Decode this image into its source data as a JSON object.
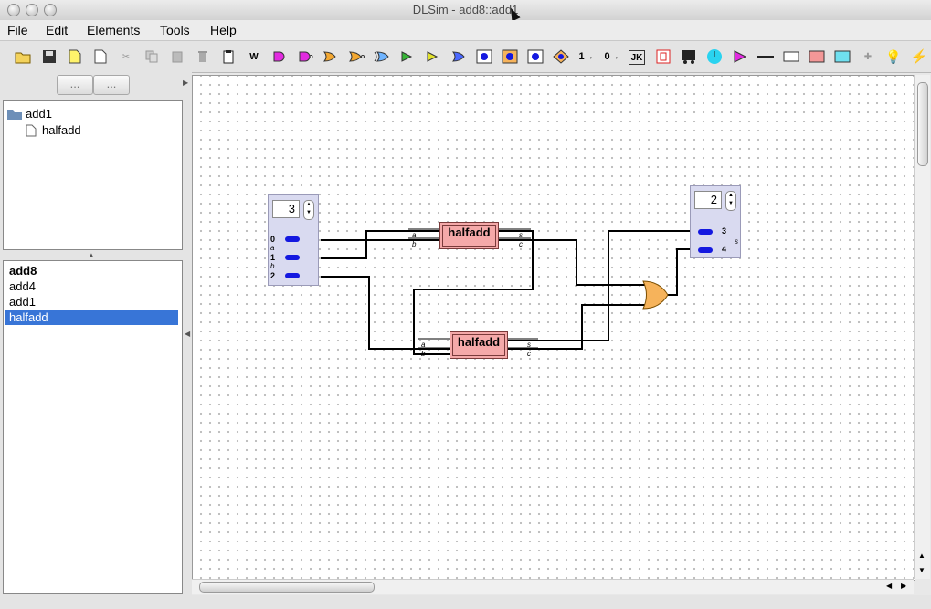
{
  "window": {
    "title": "DLSim - add8::add1"
  },
  "menu": [
    "File",
    "Edit",
    "Elements",
    "Tools",
    "Help"
  ],
  "toolbar": {
    "items": [
      "open-icon",
      "save-icon",
      "new-icon",
      "new-page-icon",
      "cut-icon",
      "copy-icon",
      "paste-icon",
      "delete-icon",
      "paste-icon-2",
      "wire-mode-icon",
      "and-gate-icon",
      "nand-gate-icon",
      "or-gate-icon",
      "nor-gate-icon",
      "xor-gate-icon",
      "buffer-icon",
      "buffer-2-icon",
      "xnor-icon",
      "led-blue-icon",
      "led-orange-icon",
      "led-blue-2-icon",
      "led-orange-2-icon",
      "const-one-icon",
      "const-zero-icon",
      "jk-flipflop-icon",
      "register-icon",
      "bus-icon",
      "clock-icon",
      "probe-icon",
      "wire-icon",
      "display-icon",
      "splitter-icon",
      "merger-icon",
      "plugin-icon",
      "bulb-icon",
      "lightning-icon"
    ]
  },
  "left": {
    "buttons": [
      "...",
      "..."
    ],
    "tree": {
      "folder": "add1",
      "child": "halfadd"
    },
    "list": [
      {
        "label": "add8",
        "bold": true,
        "selected": false
      },
      {
        "label": "add4",
        "bold": false,
        "selected": false
      },
      {
        "label": "add1",
        "bold": false,
        "selected": false
      },
      {
        "label": "halfadd",
        "bold": false,
        "selected": true
      }
    ]
  },
  "canvas": {
    "input_bank": {
      "value": "3",
      "pins": [
        "0",
        "1",
        "2"
      ],
      "subpins": [
        "a",
        "b"
      ]
    },
    "output_bank": {
      "value": "2",
      "pins": [
        "3",
        "4"
      ],
      "subpin": "s"
    },
    "halfadd_top": {
      "label": "halfadd",
      "in": [
        "a",
        "b"
      ],
      "out": [
        "s",
        "c"
      ]
    },
    "halfadd_bottom": {
      "label": "halfadd",
      "in": [
        "a",
        "b"
      ],
      "out": [
        "s",
        "c"
      ]
    }
  },
  "colors": {
    "halfadd_fill": "#f5a9a9",
    "selection": "#3875d7",
    "or_gate": "#f6b35b",
    "led": "#1418e0"
  }
}
